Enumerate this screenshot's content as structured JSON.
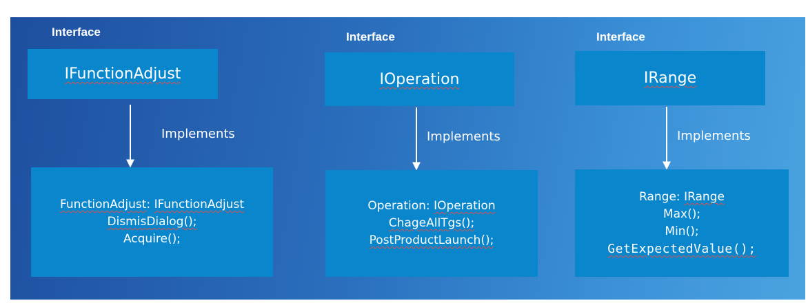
{
  "columns": [
    {
      "interface_label": "Interface",
      "interface_name": "IFunctionAdjust",
      "relation_label": "Implements",
      "class_decl": {
        "name": "FunctionAdjust",
        "sep": ": ",
        "iface": "IFunctionAdjust"
      },
      "methods": [
        "DismisDialog();",
        "Acquire();"
      ]
    },
    {
      "interface_label": "Interface",
      "interface_name": "IOperation",
      "relation_label": "Implements",
      "class_decl": {
        "name": "Operation",
        "sep": ": ",
        "iface": "IOperation"
      },
      "methods": [
        "ChageAllTgs();",
        "PostProductLaunch();"
      ]
    },
    {
      "interface_label": "Interface",
      "interface_name": "IRange",
      "relation_label": "Implements",
      "class_decl": {
        "name": "Range",
        "sep": ": ",
        "iface": "IRange"
      },
      "methods": [
        "Max();",
        "Min();",
        "GetExpectedValue();"
      ]
    }
  ],
  "colors": {
    "background_start": "#1e4f9f",
    "background_end": "#4aa3e0",
    "box_fill": "#0a86cc",
    "text": "#ffffff",
    "spellcheck_underline": "#d9534f"
  }
}
